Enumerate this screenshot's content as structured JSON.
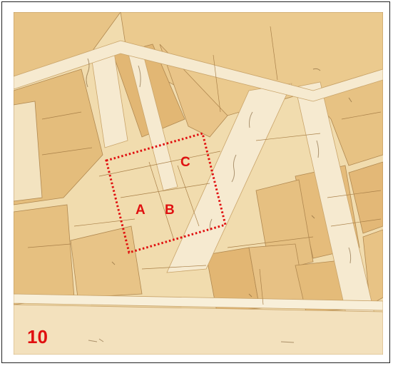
{
  "figure": {
    "number": "10"
  },
  "map": {
    "plots": [
      {
        "id": "plot-a",
        "label": "A"
      },
      {
        "id": "plot-b",
        "label": "B"
      },
      {
        "id": "plot-c",
        "label": "C"
      }
    ]
  },
  "colors": {
    "highlight": "#e01010",
    "paper": "#f1dcae",
    "parcel": "#e8c07a",
    "street": "#f6ead0",
    "ink": "#8a6a3a"
  }
}
